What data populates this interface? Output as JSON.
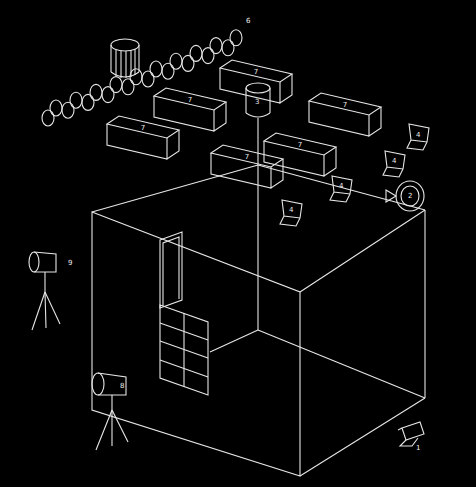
{
  "diagram": {
    "nodes": [
      {
        "text": [
          "7"
        ]
      },
      {
        "text": [
          "7"
        ]
      },
      {
        "text": [
          "7"
        ]
      },
      {
        "text": [
          "7"
        ]
      },
      {
        "text": [
          "7"
        ]
      },
      {
        "text": [
          "7"
        ]
      }
    ],
    "labels": [
      "6",
      "3",
      "4",
      "4",
      "4",
      "4",
      "2",
      "9",
      "8",
      "1"
    ]
  }
}
